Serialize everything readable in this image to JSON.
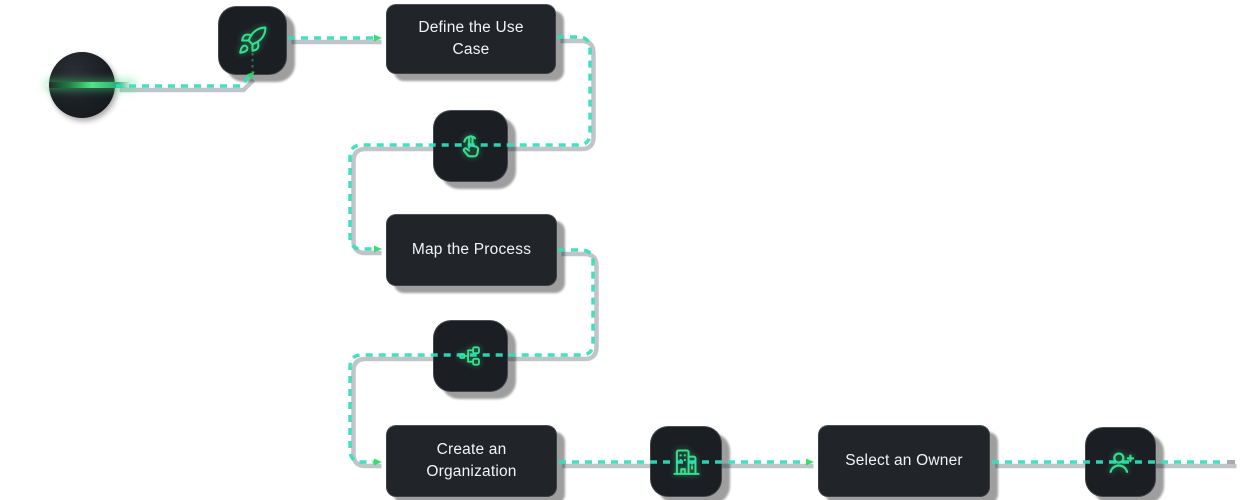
{
  "diagram": {
    "kind": "onboarding-flowchart",
    "steps": [
      {
        "id": "start",
        "type": "start-marker",
        "icon": "laser-circle"
      },
      {
        "id": "launch",
        "type": "icon-node",
        "icon": "rocket-icon"
      },
      {
        "id": "define-use-case",
        "type": "label-node",
        "label": "Define the Use Case"
      },
      {
        "id": "tap",
        "type": "icon-node",
        "icon": "tap-icon"
      },
      {
        "id": "map-process",
        "type": "label-node",
        "label": "Map the Process"
      },
      {
        "id": "hierarchy",
        "type": "icon-node",
        "icon": "hierarchy-icon"
      },
      {
        "id": "create-organization",
        "type": "label-node",
        "label": "Create an Organization"
      },
      {
        "id": "building",
        "type": "icon-node",
        "icon": "building-icon"
      },
      {
        "id": "select-owner",
        "type": "label-node",
        "label": "Select an Owner"
      },
      {
        "id": "add-user",
        "type": "icon-node",
        "icon": "user-add-icon"
      }
    ],
    "connections": [
      {
        "from": "start",
        "to": "launch"
      },
      {
        "from": "launch",
        "to": "define-use-case"
      },
      {
        "from": "define-use-case",
        "to": "map-process",
        "via": "tap"
      },
      {
        "from": "map-process",
        "to": "create-organization",
        "via": "hierarchy"
      },
      {
        "from": "create-organization",
        "to": "select-owner",
        "via": "building"
      },
      {
        "from": "select-owner",
        "to": "edge-of-screen",
        "via": "add-user"
      }
    ],
    "colors": {
      "node_bg": "#212529",
      "icon_node_bg": "#1b1f24",
      "node_border": "#41464c",
      "label_text": "#f2f4f6",
      "connector_dash": "#32e0bb",
      "connector_arrow": "#2bdb68",
      "connector_track": "#a7abb0",
      "icon_stroke": "#35df8c",
      "laser_green": "#4fe584",
      "background": "#ffffff"
    }
  }
}
